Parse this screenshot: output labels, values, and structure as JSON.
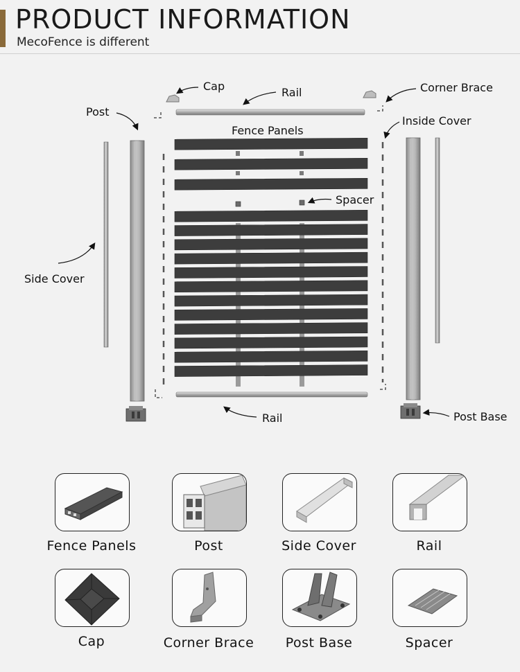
{
  "header": {
    "title": "PRODUCT INFORMATION",
    "subtitle": "MecoFence is different"
  },
  "diagram": {
    "labels": {
      "cap": "Cap",
      "rail_top": "Rail",
      "corner_brace": "Corner Brace",
      "post": "Post",
      "fence_panels": "Fence Panels",
      "inside_cover": "Inside Cover",
      "spacer": "Spacer",
      "side_cover": "Side Cover",
      "rail_bottom": "Rail",
      "post_base": "Post Base"
    },
    "panel_slats_upper": 3,
    "panel_slats_lower": 12
  },
  "parts": [
    {
      "label": "Fence Panels",
      "icon": "fence-panel-icon"
    },
    {
      "label": "Post",
      "icon": "post-profile-icon"
    },
    {
      "label": "Side Cover",
      "icon": "side-cover-icon"
    },
    {
      "label": "Rail",
      "icon": "rail-icon"
    },
    {
      "label": "Cap",
      "icon": "cap-icon"
    },
    {
      "label": "Corner Brace",
      "icon": "corner-brace-icon"
    },
    {
      "label": "Post Base",
      "icon": "post-base-icon"
    },
    {
      "label": "Spacer",
      "icon": "spacer-icon"
    }
  ],
  "colors": {
    "slat": "#3d3d3d",
    "metal": "#a9a9a9",
    "accent": "#8a6a3a"
  }
}
